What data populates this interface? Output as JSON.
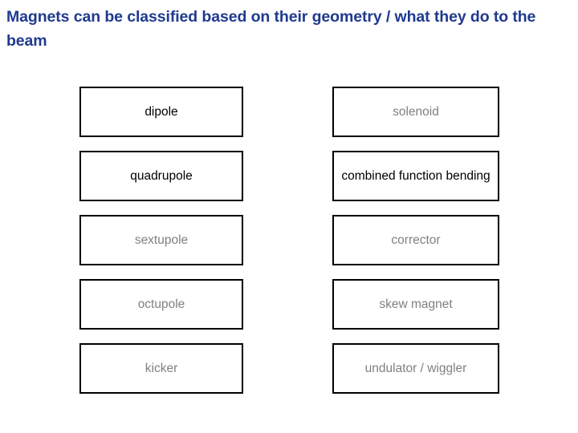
{
  "slide": {
    "title": "Magnets can be classified based on their geometry / what they do to the beam",
    "title_color": "#1F3A8F",
    "background_color": "#FFFFFF"
  },
  "columns": {
    "left": {
      "name": "geometry-column",
      "items": [
        {
          "label": "dipole",
          "color": "#000000",
          "emphasis": "dark"
        },
        {
          "label": "quadrupole",
          "color": "#000000",
          "emphasis": "dark"
        },
        {
          "label": "sextupole",
          "color": "#808080",
          "emphasis": "muted"
        },
        {
          "label": "octupole",
          "color": "#808080",
          "emphasis": "muted"
        },
        {
          "label": "kicker",
          "color": "#808080",
          "emphasis": "muted"
        }
      ]
    },
    "right": {
      "name": "beam-effect-column",
      "items": [
        {
          "label": "solenoid",
          "color": "#808080",
          "emphasis": "muted"
        },
        {
          "label": "combined function bending",
          "color": "#000000",
          "emphasis": "dark"
        },
        {
          "label": "corrector",
          "color": "#808080",
          "emphasis": "muted"
        },
        {
          "label": "skew magnet",
          "color": "#808080",
          "emphasis": "muted"
        },
        {
          "label": "undulator / wiggler",
          "color": "#808080",
          "emphasis": "muted"
        }
      ]
    }
  },
  "style": {
    "box_border_color": "#000000",
    "box_fill_color": "#FFFFFF"
  }
}
